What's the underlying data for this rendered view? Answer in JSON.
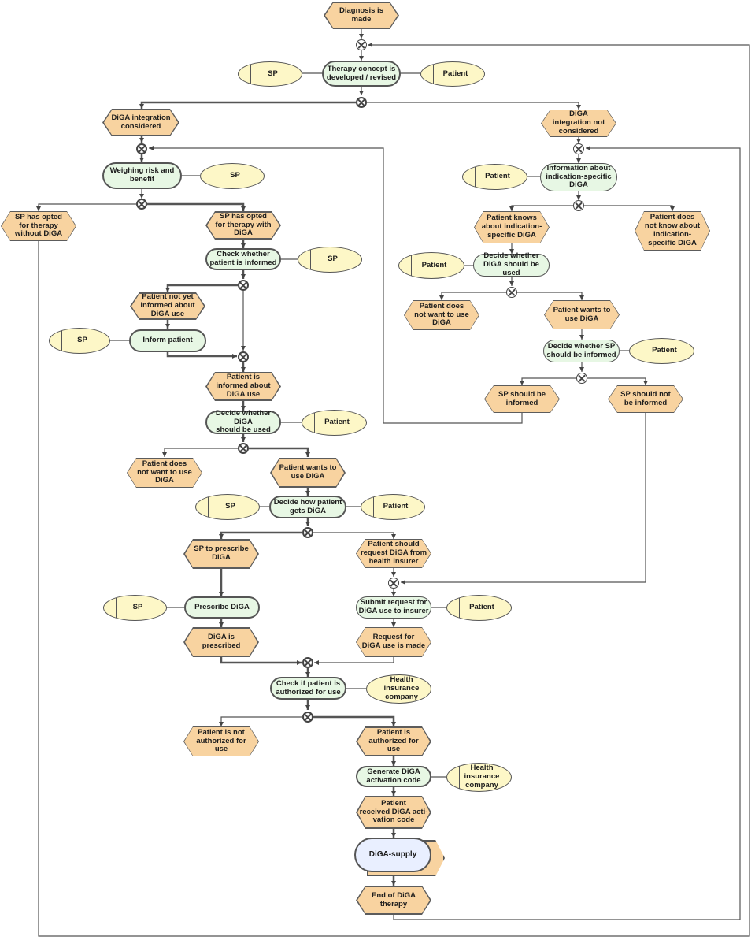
{
  "events": {
    "diagnosis": "Diagnosis is\nmade",
    "diga_considered": "DiGA integration\nconsidered",
    "diga_not_considered": "DiGA\nintegration not\nconsidered",
    "sp_without": "SP has opted\nfor therapy\nwithout DiGA",
    "sp_with": "SP has opted\nfor therapy with\nDiGA",
    "not_yet_informed": "Patient not yet\ninformed about\nDiGA use",
    "is_informed": "Patient is\ninformed about\nDiGA use",
    "not_want_left": "Patient does\nnot want to use\nDiGA",
    "wants_left": "Patient wants to\nuse DiGA",
    "sp_to_prescribe": "SP to prescribe\nDiGA",
    "should_request": "Patient should\nrequest DiGA from\nhealth insurer",
    "is_prescribed": "DiGA is\nprescribed",
    "request_made": "Request for\nDiGA use is made",
    "not_authorized": "Patient is not\nauthorized for\nuse",
    "authorized": "Patient is\nauthorized for\nuse",
    "received_code": "Patient\nreceived DiGA acti-\nvation code",
    "end": "End of DiGA\ntherapy",
    "knows": "Patient knows\nabout indication-\nspecific DiGA",
    "not_know": "Patient does\nnot know about\nindication-\nspecific DiGA",
    "not_want_right": "Patient does\nnot want to use\nDiGA",
    "wants_right": "Patient wants to\nuse DiGA",
    "sp_should_inform": "SP should be\ninformed",
    "sp_should_not": "SP should not\nbe informed"
  },
  "functions": {
    "therapy_concept": "Therapy concept is\ndeveloped / revised",
    "weighing": "Weighing risk and\nbenefit",
    "check_informed": "Check whether\npatient is informed",
    "inform_patient": "Inform patient",
    "decide_used_left": "Decide whether DiGA\nshould be used",
    "decide_how": "Decide how patient\ngets DiGA",
    "prescribe": "Prescribe DiGA",
    "submit_request": "Submit request for\nDiGA use to insurer",
    "check_authorized": "Check if patient is\nauthorized for use",
    "generate_code": "Generate DiGA\nactivation code",
    "info_indication": "Information about\nindication-specific\nDiGA",
    "decide_used_right": "Decide whether\nDiGA should be used",
    "decide_sp_informed": "Decide whether SP\nshould be informed"
  },
  "roles": {
    "sp": "SP",
    "patient": "Patient",
    "insurer": "Health\ninsurance\ncompany"
  },
  "subprocess": {
    "supply": "DiGA-supply"
  },
  "colors": {
    "event_fill": "#f8d3a0",
    "function_fill": "#e7f7e4",
    "role_fill": "#fdf7c7",
    "subprocess_fill": "#e9efff",
    "stroke": "#555555"
  }
}
